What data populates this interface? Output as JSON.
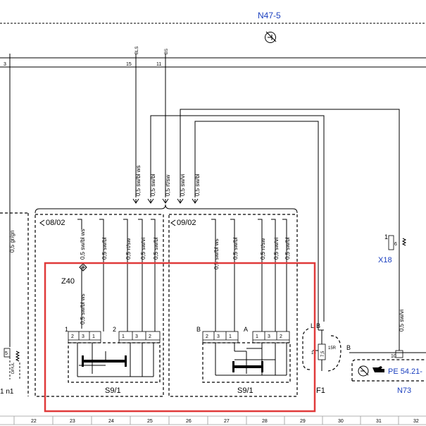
{
  "top": {
    "n47_label": "N47-5",
    "pins": [
      {
        "num": "3"
      },
      {
        "num": "15",
        "signal": "BLS"
      },
      {
        "num": "11",
        "signal": "BS"
      }
    ]
  },
  "left_wire": {
    "label": "0,5 gr/gn",
    "pin_num": "5",
    "connector_code": "DP/UL",
    "connector_label": "1 n1"
  },
  "bus_wires": [
    "0,5 sw/bl ws",
    "0,5 sw/bl",
    "0,5 rt/sw",
    "0,5 sw/vi",
    "0,5 sw/bl"
  ],
  "groups": [
    {
      "date": "08/02",
      "part": "S9/1",
      "z_label": "Z40",
      "wires": [
        "0,5 sw/bl ws",
        "0,5 sw/bl",
        "0,5 rt/sw",
        "0,5 sw/vi",
        "0,5 sw/bl"
      ],
      "lower_wire": "0,5 sw/bl ws",
      "conn1": {
        "label": "1",
        "pins": [
          "2",
          "3",
          "1"
        ]
      },
      "conn2": {
        "label": "2",
        "pins": [
          "1",
          "3",
          "2"
        ]
      }
    },
    {
      "date": "09/02",
      "part": "S9/1",
      "wires": [
        "0,5 sw/bl ws",
        "0,5 sw/bl",
        "0,5 rt/sw",
        "0,5 sw/vi",
        "0,5 sw/bl"
      ],
      "conn1": {
        "label": "B",
        "pins": [
          "2",
          "3",
          "1"
        ]
      },
      "conn2": {
        "label": "A",
        "pins": [
          "1",
          "3",
          "2"
        ]
      }
    }
  ],
  "fuse": {
    "label": "F1",
    "L": "L",
    "B": "B",
    "rating": "7,5",
    "circuit": "15R",
    "pin": "16"
  },
  "x18": {
    "label": "X18",
    "pin_left": "1",
    "pin_right": "6"
  },
  "n73": {
    "label": "N73",
    "ref": "PE 54.21-",
    "B": "B",
    "pin": "10"
  },
  "right_wire": {
    "label": "0,5 sw/vi"
  },
  "grid_numbers": [
    "22",
    "23",
    "24",
    "25",
    "26",
    "27",
    "28",
    "29",
    "30",
    "31",
    "32"
  ]
}
